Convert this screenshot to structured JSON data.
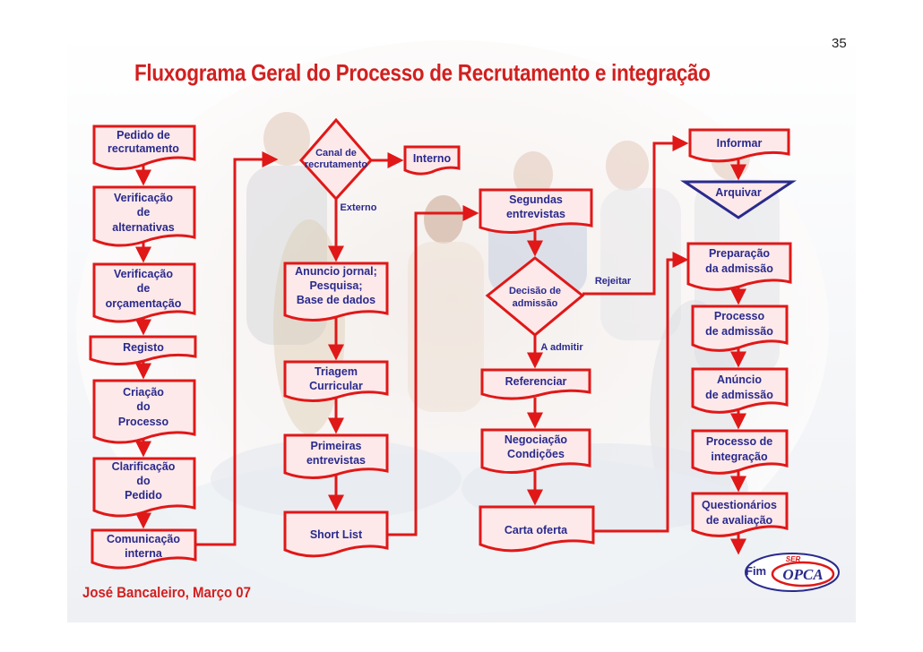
{
  "slide": {
    "page_number": "35",
    "title": "Fluxograma Geral  do Processo de Recrutamento e integração",
    "author": "José Bancaleiro,  Março 07"
  },
  "colors": {
    "accent": "#e01818",
    "text": "#2a2a8c",
    "title": "#d21f1f",
    "fill": "#fde9ea"
  },
  "column1": {
    "pedido": [
      "Pedido de",
      "recrutamento"
    ],
    "verif_alt": [
      "Verificação",
      "de",
      "alternativas"
    ],
    "verif_orc": [
      "Verificação",
      "de",
      "orçamentação"
    ],
    "registo": [
      "Registo"
    ],
    "criacao": [
      "Criação",
      "do",
      "Processo"
    ],
    "clarificacao": [
      "Clarificação",
      "do",
      "Pedido"
    ],
    "comunicacao": [
      "Comunicação",
      "interna"
    ]
  },
  "column2": {
    "canal": [
      "Canal de",
      "recrutamento"
    ],
    "interno": [
      "Interno"
    ],
    "externo": "Externo",
    "anuncio": [
      "Anuncio jornal;",
      "Pesquisa;",
      "Base de dados"
    ],
    "triagem": [
      "Triagem",
      "Curricular"
    ],
    "primeiras": [
      "Primeiras",
      "entrevistas"
    ],
    "shortlist": [
      "Short List"
    ]
  },
  "column3": {
    "segundas": [
      "Segundas",
      "entrevistas"
    ],
    "decisao": [
      "Decisão de",
      "admissão"
    ],
    "rejeitar": "Rejeitar",
    "admitir": "A admitir",
    "referenciar": [
      "Referenciar"
    ],
    "negociacao": [
      "Negociação",
      "Condições"
    ],
    "carta": [
      "Carta oferta"
    ]
  },
  "column4": {
    "informar": [
      "Informar"
    ],
    "arquivar": [
      "Arquivar"
    ],
    "preparacao": [
      "Preparação",
      "da admissão"
    ],
    "processo": [
      "Processo",
      "de admissão"
    ],
    "anuncio_adm": [
      "Anúncio",
      "de admissão"
    ],
    "integracao": [
      "Processo de",
      "integração"
    ],
    "questionarios": [
      "Questionários",
      "de avaliação"
    ],
    "fim": "Fim"
  },
  "logo": {
    "top": "SER",
    "main": "OPCA"
  }
}
